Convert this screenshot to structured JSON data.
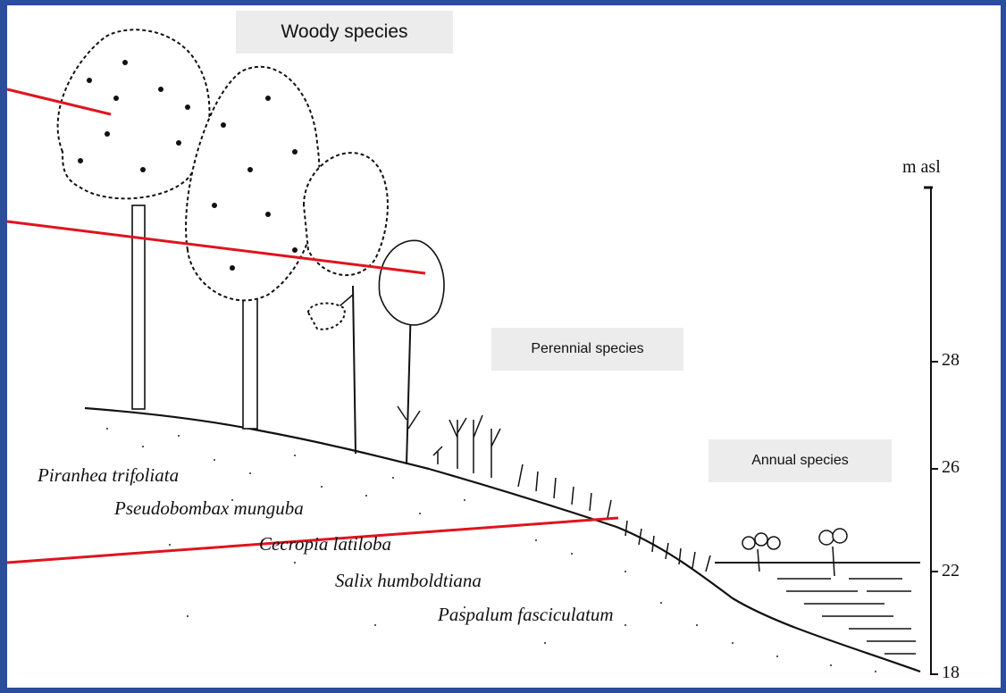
{
  "labels": {
    "woody": "Woody species",
    "perennial": "Perennial species",
    "annual": "Annual species"
  },
  "species": [
    "Piranhea trifoliata",
    "Pseudobombax munguba",
    "Cecropia latiloba",
    "Salix humboldtiana",
    "Paspalum fasciculatum"
  ],
  "scale": {
    "unit": "m asl",
    "ticks": [
      "28",
      "26",
      "22",
      "18"
    ]
  },
  "colors": {
    "frame": "#2a4d9c",
    "pointer_line": "#e0141e",
    "label_box": "#ececec"
  }
}
